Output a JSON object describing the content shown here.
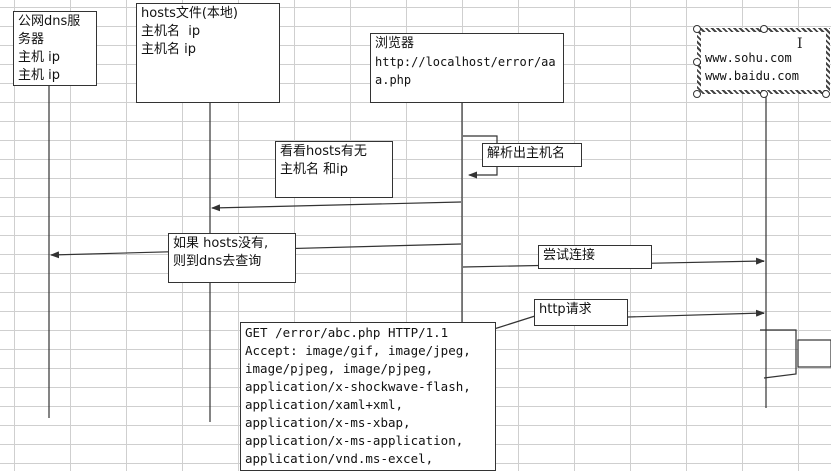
{
  "boxes": {
    "dns_server": [
      "公网dns服",
      "务器",
      "主机 ip",
      "主机 ip"
    ],
    "hosts_file": [
      "hosts文件(本地)",
      "主机名  ip",
      "主机名 ip"
    ],
    "browser": [
      "浏览器",
      "http://localhost/error/aa",
      "a.php"
    ],
    "check_hosts": [
      "看看hosts有无",
      "主机名 和ip"
    ],
    "parse_host": [
      "解析出主机名"
    ],
    "fallback_dns": [
      "如果 hosts没有,",
      "则到dns去查询"
    ],
    "try_connect": [
      "尝试连接"
    ],
    "http_request": [
      "http请求"
    ],
    "http_header": [
      "GET /error/abc.php HTTP/1.1",
      "Accept: image/gif, image/jpeg,",
      "image/pjpeg, image/pjpeg,",
      "application/x-shockwave-flash,",
      "application/xaml+xml,",
      "application/x-ms-xbap,",
      "application/x-ms-application,",
      "application/vnd.ms-excel,"
    ],
    "servers": [
      "www.sohu.com",
      "www.baidu.com"
    ]
  },
  "colors": {
    "stroke": "#333333",
    "grid": "#cfcfcf"
  }
}
